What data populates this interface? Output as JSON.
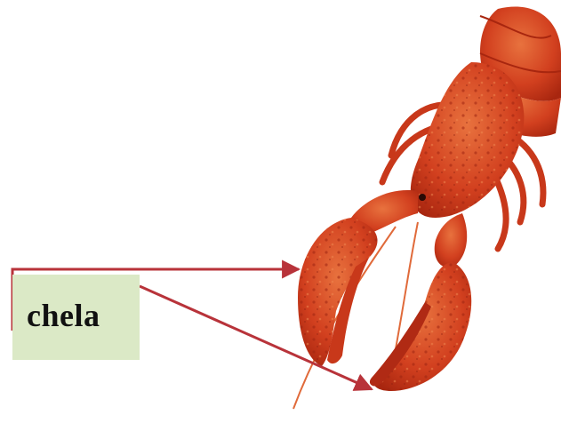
{
  "label": {
    "text": "chela"
  },
  "colors": {
    "label_bg": "#dbe9c6",
    "arrow": "#b8333a",
    "lobster_body": "#d2401f",
    "lobster_dark": "#b02a14",
    "lobster_light": "#e8723e",
    "background": "#ffffff"
  },
  "icons": {
    "subject": "lobster-illustration",
    "pointer": "arrow"
  }
}
